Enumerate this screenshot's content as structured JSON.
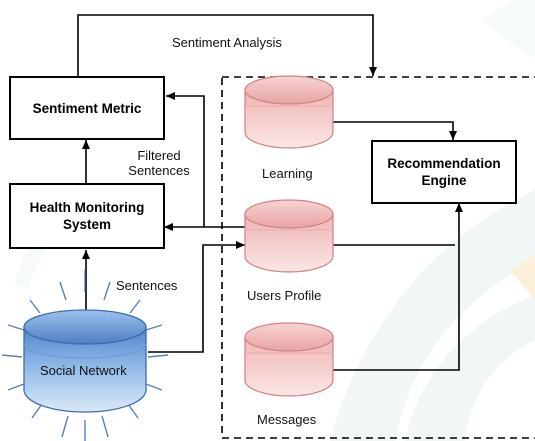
{
  "labels": {
    "sentiment_analysis": "Sentiment Analysis",
    "filtered_sentences": "Filtered\nSentences",
    "sentences": "Sentences"
  },
  "nodes": {
    "sentiment_metric": "Sentiment Metric",
    "health_monitoring": "Health Monitoring\nSystem",
    "recommendation_engine": "Recommendation\nEngine",
    "social_network": "Social Network",
    "learning": "Learning",
    "users_profile": "Users Profile",
    "messages": "Messages"
  },
  "colors": {
    "database_pink": "#f0b8b8",
    "database_pink_stroke": "#d28080",
    "social_network_blue": "#6f9fd8",
    "social_network_stroke": "#3b6cae",
    "watermark_teal": "#e3f0ef",
    "watermark_yellow": "#fbe9c8"
  },
  "icons": {
    "database": "cylinder-database-icon",
    "social_network": "glowing-cylinder-icon"
  }
}
